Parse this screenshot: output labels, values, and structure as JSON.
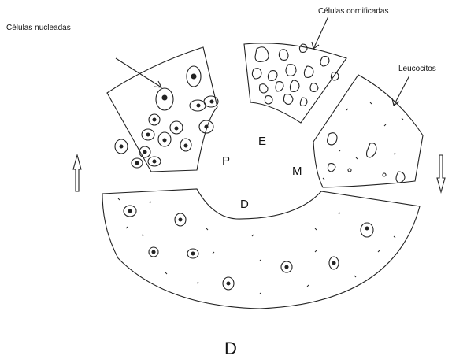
{
  "labels": {
    "nucleated": "Células nucleadas",
    "cornified": "Células cornificadas",
    "leukocytes": "Leucocitos"
  },
  "phases": {
    "proestrus": "P",
    "estrus": "E",
    "metestrus": "M",
    "diestrus": "D"
  },
  "caption": "D",
  "colors": {
    "line": "#222222",
    "background": "#ffffff"
  },
  "icons": [
    "arrow-up-icon",
    "arrow-down-icon"
  ]
}
